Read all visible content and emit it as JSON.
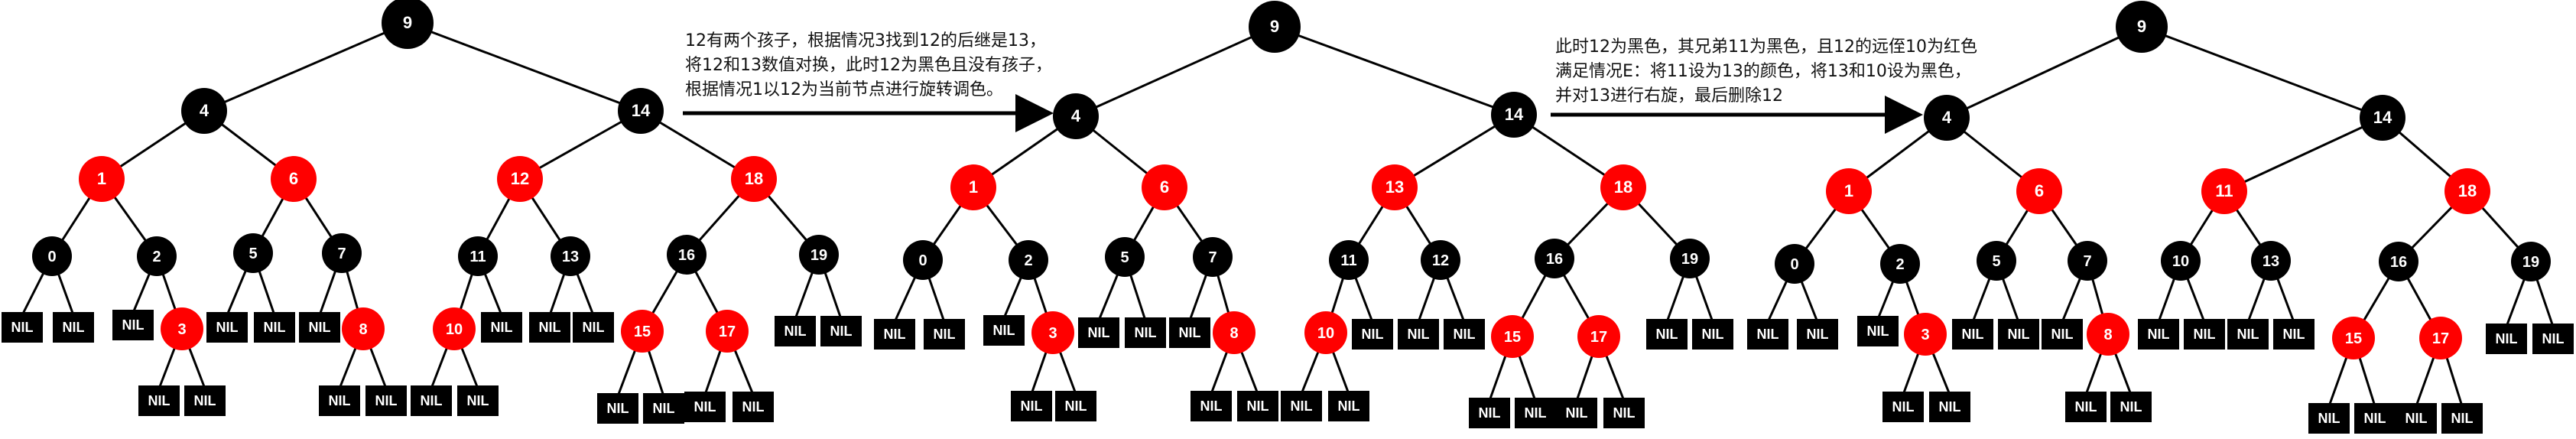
{
  "colors": {
    "black_node": "#000000",
    "red_node": "#ff0000",
    "edge": "#000000",
    "text": "#ffffff"
  },
  "nil_label": "NIL",
  "trees": [
    {
      "name": "tree-1",
      "nodes": [
        {
          "id": "9",
          "c": "black"
        },
        {
          "id": "4",
          "c": "black"
        },
        {
          "id": "14",
          "c": "black"
        },
        {
          "id": "1",
          "c": "red"
        },
        {
          "id": "6",
          "c": "red"
        },
        {
          "id": "12",
          "c": "red"
        },
        {
          "id": "18",
          "c": "red"
        },
        {
          "id": "0",
          "c": "black"
        },
        {
          "id": "2",
          "c": "black"
        },
        {
          "id": "5",
          "c": "black"
        },
        {
          "id": "7",
          "c": "black"
        },
        {
          "id": "11",
          "c": "black"
        },
        {
          "id": "13",
          "c": "black"
        },
        {
          "id": "16",
          "c": "black"
        },
        {
          "id": "19",
          "c": "black"
        },
        {
          "id": "3",
          "c": "red"
        },
        {
          "id": "8",
          "c": "red"
        },
        {
          "id": "10",
          "c": "red"
        },
        {
          "id": "15",
          "c": "red"
        },
        {
          "id": "17",
          "c": "red"
        }
      ]
    },
    {
      "name": "tree-2",
      "nodes": [
        {
          "id": "9",
          "c": "black"
        },
        {
          "id": "4",
          "c": "black"
        },
        {
          "id": "14",
          "c": "black"
        },
        {
          "id": "1",
          "c": "red"
        },
        {
          "id": "6",
          "c": "red"
        },
        {
          "id": "13",
          "c": "red"
        },
        {
          "id": "18",
          "c": "red"
        },
        {
          "id": "0",
          "c": "black"
        },
        {
          "id": "2",
          "c": "black"
        },
        {
          "id": "5",
          "c": "black"
        },
        {
          "id": "7",
          "c": "black"
        },
        {
          "id": "11",
          "c": "black"
        },
        {
          "id": "12",
          "c": "black"
        },
        {
          "id": "16",
          "c": "black"
        },
        {
          "id": "19",
          "c": "black"
        },
        {
          "id": "3",
          "c": "red"
        },
        {
          "id": "8",
          "c": "red"
        },
        {
          "id": "10",
          "c": "red"
        },
        {
          "id": "15",
          "c": "red"
        },
        {
          "id": "17",
          "c": "red"
        }
      ]
    },
    {
      "name": "tree-3",
      "nodes": [
        {
          "id": "9",
          "c": "black"
        },
        {
          "id": "4",
          "c": "black"
        },
        {
          "id": "14",
          "c": "black"
        },
        {
          "id": "1",
          "c": "red"
        },
        {
          "id": "6",
          "c": "red"
        },
        {
          "id": "11",
          "c": "red"
        },
        {
          "id": "18",
          "c": "red"
        },
        {
          "id": "0",
          "c": "black"
        },
        {
          "id": "2",
          "c": "black"
        },
        {
          "id": "5",
          "c": "black"
        },
        {
          "id": "7",
          "c": "black"
        },
        {
          "id": "10",
          "c": "black"
        },
        {
          "id": "13",
          "c": "black"
        },
        {
          "id": "16",
          "c": "black"
        },
        {
          "id": "19",
          "c": "black"
        },
        {
          "id": "3",
          "c": "red"
        },
        {
          "id": "8",
          "c": "red"
        },
        {
          "id": "15",
          "c": "red"
        },
        {
          "id": "17",
          "c": "red"
        }
      ]
    }
  ],
  "captions": {
    "step1": [
      "12有两个孩子，根据情况3找到12的后继是13，",
      "将12和13数值对换，此时12为黑色且没有孩子，",
      "根据情况1以12为当前节点进行旋转调色。"
    ],
    "step2": [
      "此时12为黑色，其兄弟11为黑色，且12的远侄10为红色",
      "满足情况E：将11设为13的颜色，将13和10设为黑色，",
      "并对13进行右旋，最后删除12"
    ]
  }
}
